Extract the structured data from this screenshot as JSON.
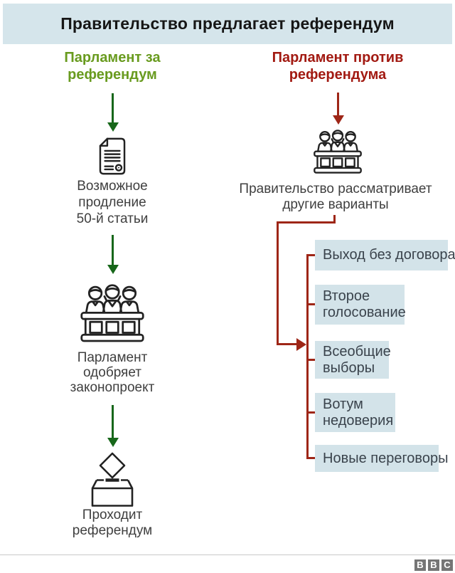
{
  "title": "Правительство предлагает референдум",
  "left_column": {
    "header_lines": [
      "Парламент за",
      "референдум"
    ],
    "step1": {
      "icon": "document-icon",
      "lines": [
        "Возможное",
        "продление",
        "50-й статьи"
      ]
    },
    "step2": {
      "icon": "parliament-icon",
      "lines": [
        "Парламент",
        "одобряет",
        "законопроект"
      ]
    },
    "step3": {
      "icon": "ballot-box-icon",
      "lines": [
        "Проходит",
        "референдум"
      ]
    }
  },
  "right_column": {
    "header_lines": [
      "Парламент против",
      "референдума"
    ],
    "step": {
      "icon": "parliament-icon",
      "lines": [
        "Правительство рассматривает",
        "другие варианты"
      ]
    },
    "options": [
      {
        "lines": [
          "Выход без договора",
          ""
        ]
      },
      {
        "lines": [
          "Второе",
          "голосование"
        ]
      },
      {
        "lines": [
          "Всеобщие",
          "выборы"
        ]
      },
      {
        "lines": [
          "Вотум",
          "недоверия"
        ]
      },
      {
        "lines": [
          "Новые переговоры",
          ""
        ]
      }
    ]
  },
  "footer": {
    "logo_letters": [
      "B",
      "B",
      "C"
    ]
  },
  "colors": {
    "title_bar_bg": "#d5e5eb",
    "option_box_bg": "#d3e3e9",
    "green": "#699b1f",
    "green_arrow": "#17671a",
    "red": "#a21a12",
    "red_arrow": "#9e2617",
    "bbc_gray": "#757575"
  }
}
